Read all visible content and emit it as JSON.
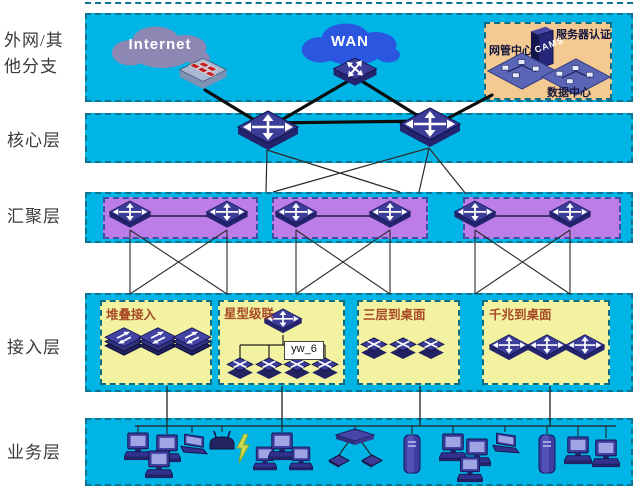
{
  "layers": {
    "external": {
      "line1": "外网/其",
      "line2": "他分支"
    },
    "core": {
      "label": "核心层"
    },
    "aggregation": {
      "label": "汇聚层"
    },
    "access": {
      "label": "接入层"
    },
    "business": {
      "label": "业务层"
    }
  },
  "external": {
    "internet_label": "Internet",
    "wan_label": "WAN",
    "mgmt_box": {
      "nms_label": "网管中心",
      "auth_label": "服务器认证",
      "dc_label": "数据中心",
      "server_name": "CAMS"
    }
  },
  "access": {
    "boxes": [
      {
        "label": "堆叠接入"
      },
      {
        "label": "星型级联",
        "tag": "yw_6"
      },
      {
        "label": "三层到桌面"
      },
      {
        "label": "千兆到桌面"
      }
    ]
  },
  "icons": {
    "cloud": "network-cloud",
    "l3_switch": "diamond-switch-with-arrows",
    "router": "router-with-arrows",
    "firewall": "firewall-brick-box",
    "stacked_switch": "three-stacked-switches",
    "pc": "desktop-computer",
    "laptop": "laptop-computer",
    "server_tower": "tower-server",
    "hub": "hub-box",
    "access_point": "wireless-access-point",
    "lightning": "lightning-bolt",
    "platform": "isometric-platform-with-pcs"
  },
  "colors": {
    "band_cyan": "#00b4e6",
    "band_border": "#0a7492",
    "aggregation_purple": "#bd7de6",
    "access_yellow": "#f2f2a0",
    "mgmt_orange": "#f5c992",
    "internet_cloud": "#8d87b4",
    "wan_cloud": "#2a56e0",
    "device_indigo": "#3c3c99",
    "access_label_red": "#a84a28",
    "lightning_green": "#c9dc4f"
  }
}
